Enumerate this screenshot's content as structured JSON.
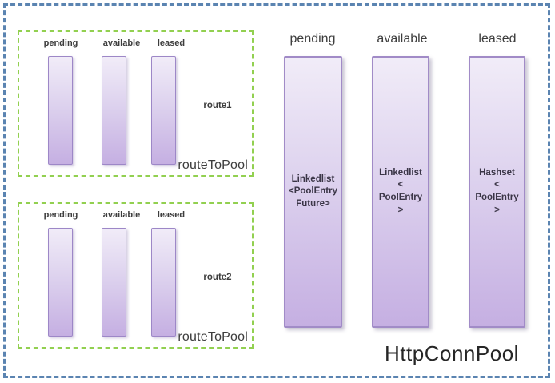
{
  "diagram": {
    "title": "HttpConnPool",
    "route_pools": [
      {
        "box_label": "routeToPool",
        "route_label": "route1",
        "column_labels": [
          "pending",
          "available",
          "leased"
        ]
      },
      {
        "box_label": "routeToPool",
        "route_label": "route2",
        "column_labels": [
          "pending",
          "available",
          "leased"
        ]
      }
    ],
    "pool_columns": [
      {
        "label": "pending",
        "content": "Linkedlist\n<PoolEntry\nFuture>"
      },
      {
        "label": "available",
        "content": "Linkedlist\n<\nPoolEntry\n>"
      },
      {
        "label": "leased",
        "content": "Hashset\n<\nPoolEntry\n>"
      }
    ],
    "colors": {
      "outer_border": "#5b84b1",
      "route_box_border": "#92d050",
      "bar_fill_top": "#f1ecf8",
      "bar_fill_bottom": "#c5afe2",
      "bar_border": "#9d87c7",
      "text": "#3d3d3d"
    }
  }
}
